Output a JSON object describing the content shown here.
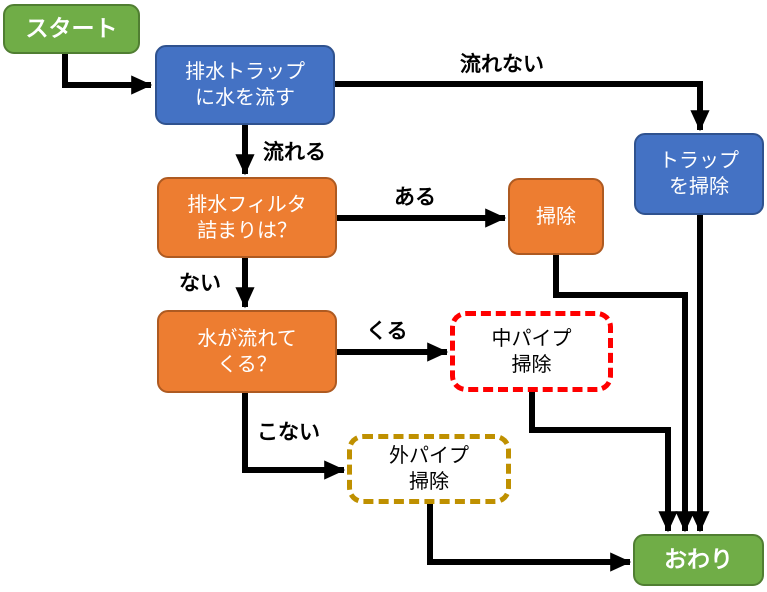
{
  "diagram": {
    "type": "flowchart",
    "language": "ja",
    "topic": "drain-trap troubleshooting"
  },
  "nodes": {
    "start": {
      "label": "スタート"
    },
    "run_water": {
      "line1": "排水トラップ",
      "line2": "に水を流す"
    },
    "trap_clean": {
      "line1": "トラップ",
      "line2": "を掃除"
    },
    "filter_check": {
      "line1": "排水フィルタ",
      "line2": "詰まりは？"
    },
    "clean": {
      "label": "掃除"
    },
    "water_comes": {
      "line1": "水が流れて",
      "line2": "くる？"
    },
    "mid_pipe": {
      "line1": "中パイプ",
      "line2": "掃除"
    },
    "out_pipe": {
      "line1": "外パイプ",
      "line2": "掃除"
    },
    "end": {
      "label": "おわり"
    }
  },
  "edge_labels": {
    "not_flowing": "流れない",
    "flowing": "流れる",
    "exists": "ある",
    "none": "ない",
    "comes": "くる",
    "not_come": "こない"
  },
  "colors": {
    "terminal_fill": "#70AD47",
    "terminal_border": "#507E32",
    "process_blue_fill": "#4472C4",
    "process_blue_border": "#2F528F",
    "decision_orange_fill": "#ED7D31",
    "decision_orange_border": "#AE5A21",
    "dotted_red_border": "#FF0000",
    "dotted_gold_border": "#BF9000",
    "arrow": "#000000",
    "node_text_light": "#FFFFFF",
    "node_text_dark": "#000000"
  }
}
